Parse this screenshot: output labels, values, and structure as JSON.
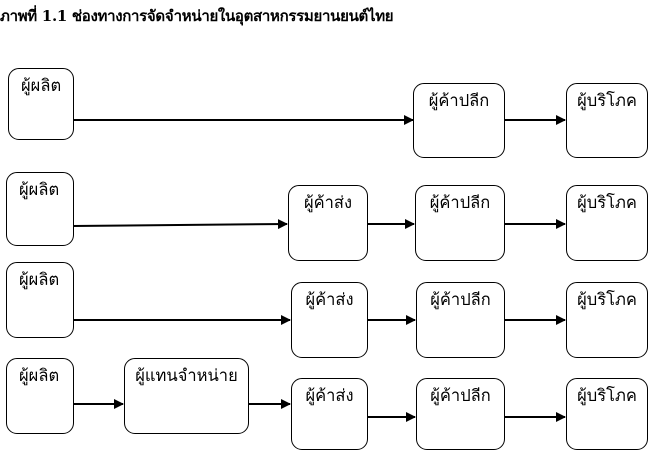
{
  "title": "ภาพที่ 1.1 ช่องทางการจัดจำหน่ายในอุตสาหกรรมยานยนต์ไทย",
  "nodes": {
    "r1_producer": "ผู้ผลิต",
    "r1_retailer": "ผู้ค้าปลีก",
    "r1_consumer": "ผู้บริโภค",
    "r2_producer": "ผู้ผลิต",
    "r2_wholesaler": "ผู้ค้าส่ง",
    "r2_retailer": "ผู้ค้าปลีก",
    "r2_consumer": "ผู้บริโภค",
    "r3_producer": "ผู้ผลิต",
    "r3_wholesaler": "ผู้ค้าส่ง",
    "r3_retailer": "ผู้ค้าปลีก",
    "r3_consumer": "ผู้บริโภค",
    "r4_producer": "ผู้ผลิต",
    "r4_agent": "ผู้แทนจำหน่าย",
    "r4_wholesaler": "ผู้ค้าส่ง",
    "r4_retailer": "ผู้ค้าปลีก",
    "r4_consumer": "ผู้บริโภค"
  }
}
